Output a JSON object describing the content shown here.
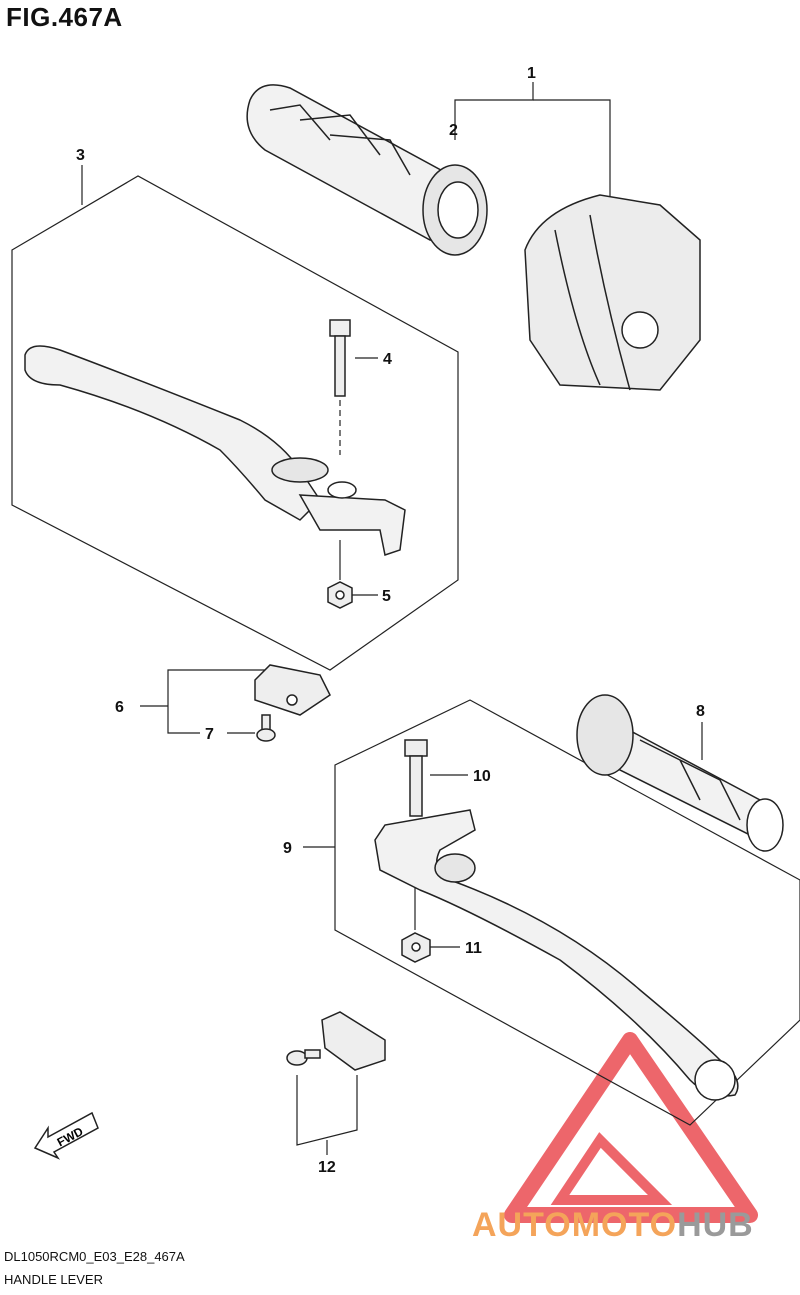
{
  "figure": {
    "title": "FIG.467A"
  },
  "callouts": [
    {
      "id": "c1",
      "label": "1"
    },
    {
      "id": "c2",
      "label": "2"
    },
    {
      "id": "c3",
      "label": "3"
    },
    {
      "id": "c4",
      "label": "4"
    },
    {
      "id": "c5",
      "label": "5"
    },
    {
      "id": "c6",
      "label": "6"
    },
    {
      "id": "c7",
      "label": "7"
    },
    {
      "id": "c8",
      "label": "8"
    },
    {
      "id": "c9",
      "label": "9"
    },
    {
      "id": "c10",
      "label": "10"
    },
    {
      "id": "c11",
      "label": "11"
    },
    {
      "id": "c12",
      "label": "12"
    }
  ],
  "fwd_badge": "FWD",
  "footer": {
    "code": "DL1050RCM0_E03_E28_467A",
    "name": "HANDLE LEVER"
  },
  "watermark": {
    "part1": "AUTOMOTO",
    "part2": "HUB",
    "color1": "#f4a45a",
    "color2": "#9a9a9a"
  },
  "colors": {
    "line": "#222222",
    "fill": "#e6e6e6",
    "watermark_red": "#e8333a"
  }
}
